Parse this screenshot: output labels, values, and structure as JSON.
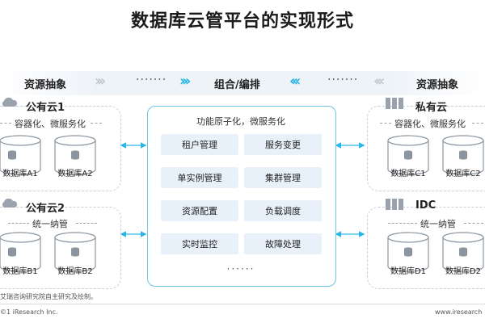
{
  "title": "数据库云管平台的实现形式",
  "header": {
    "left_label": "资源抽象",
    "center_label": "组合/编排",
    "right_label": "资源抽象",
    "dots": "·······",
    "chev_right": "›››",
    "chev_left": "‹‹‹"
  },
  "left": {
    "cloud1": {
      "title": "公有云1",
      "sub": "容器化、微服务化",
      "db1": "数据库A1",
      "db2": "数据库A2"
    },
    "cloud2": {
      "title": "公有云2",
      "sub": "统一纳管",
      "db1": "数据库B1",
      "db2": "数据库B2"
    }
  },
  "right": {
    "cloud1": {
      "title": "私有云",
      "sub": "容器化、微服务化",
      "db1": "数据库C1",
      "db2": "数据库C2"
    },
    "cloud2": {
      "title": "IDC",
      "sub": "统一纳管",
      "db1": "数据库D1",
      "db2": "数据库D2"
    }
  },
  "center": {
    "label": "功能原子化，微服务化",
    "functions": [
      "租户管理",
      "服务变更",
      "单实例管理",
      "集群管理",
      "资源配置",
      "负载调度",
      "实时监控",
      "故障处理"
    ],
    "dots": "······"
  },
  "footer": {
    "source": "艾瑞咨询研究院自主研究及绘制。",
    "copyright": "©1 iResearch Inc.",
    "url": "www.iresearch"
  },
  "colors": {
    "accent": "#27b6e6",
    "box_fill": "#e8f1fa",
    "center_border": "#6cc6e4"
  }
}
